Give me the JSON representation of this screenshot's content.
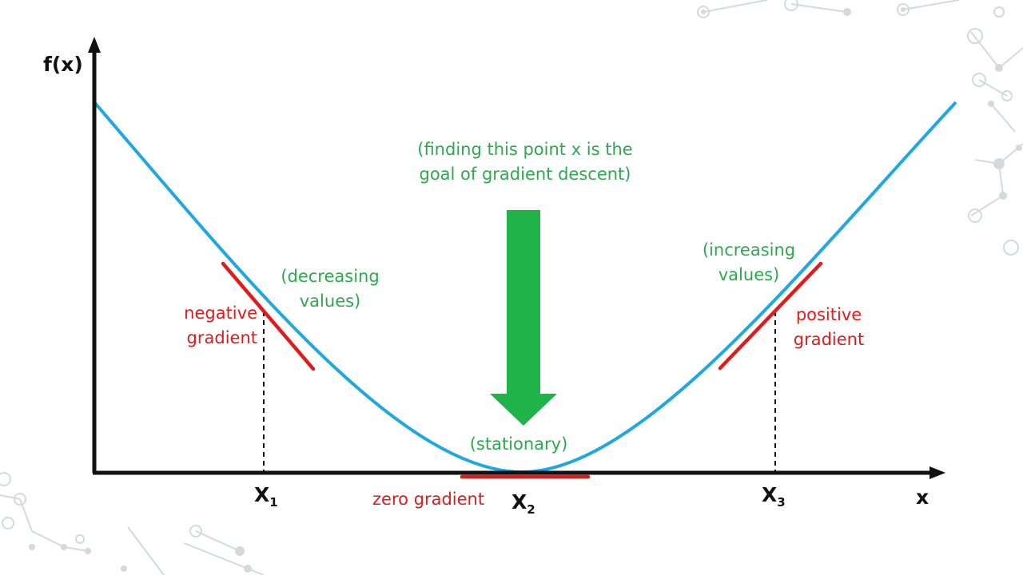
{
  "axes": {
    "y_label": "f(x)",
    "x_label": "x"
  },
  "points": {
    "x1": {
      "base": "X",
      "sub": "1"
    },
    "x2": {
      "base": "X",
      "sub": "2"
    },
    "x3": {
      "base": "X",
      "sub": "3"
    }
  },
  "annotations": {
    "goal_line1": "(finding this point x is the",
    "goal_line2": "goal of gradient descent)",
    "decreasing_line1": "(decreasing",
    "decreasing_line2": "values)",
    "increasing_line1": "(increasing",
    "increasing_line2": "values)",
    "stationary": "(stationary)",
    "negative_line1": "negative",
    "negative_line2": "gradient",
    "positive_line1": "positive",
    "positive_line2": "gradient",
    "zero": "zero gradient"
  },
  "colors": {
    "curve": "#1fa8e0",
    "tangent": "#e01b1b",
    "annotation": "#2ea84f",
    "arrow": "#1fb34a",
    "axis": "#111111",
    "decoration": "#d4d9dd"
  }
}
